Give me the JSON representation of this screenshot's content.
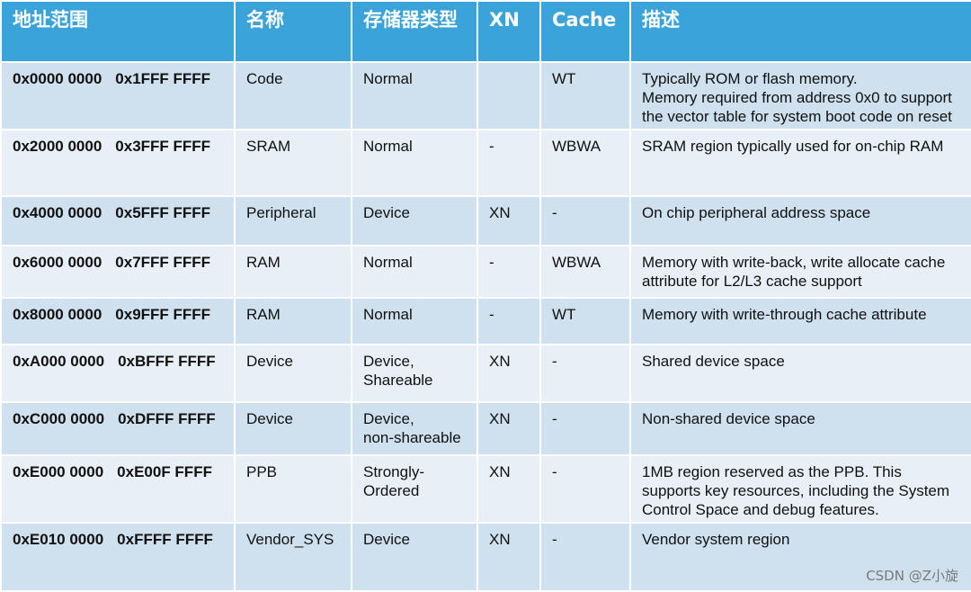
{
  "table": {
    "headers": [
      "地址范围",
      "名称",
      "存储器类型",
      "XN",
      "Cache",
      "描述"
    ],
    "rows": [
      {
        "start": "0x0000 0000",
        "end": "0x1FFF FFFF",
        "name": "Code",
        "type": "Normal",
        "xn": "",
        "cache": "WT",
        "desc": "Typically ROM or flash memory.\nMemory required from address 0x0 to support\nthe vector table for system boot code on reset"
      },
      {
        "start": "0x2000 0000",
        "end": "0x3FFF FFFF",
        "name": "SRAM",
        "type": "Normal",
        "xn": "-",
        "cache": "WBWA",
        "desc": "SRAM region typically used for on-chip RAM"
      },
      {
        "start": "0x4000 0000",
        "end": "0x5FFF FFFF",
        "name": "Peripheral",
        "type": "Device",
        "xn": "XN",
        "cache": "-",
        "desc": "On chip peripheral address space"
      },
      {
        "start": "0x6000 0000",
        "end": "0x7FFF FFFF",
        "name": "RAM",
        "type": "Normal",
        "xn": "-",
        "cache": "WBWA",
        "desc": "Memory with write-back, write allocate cache\nattribute for L2/L3 cache support"
      },
      {
        "start": "0x8000 0000",
        "end": "0x9FFF FFFF",
        "name": "RAM",
        "type": "Normal",
        "xn": "-",
        "cache": "WT",
        "desc": "Memory with write-through cache attribute"
      },
      {
        "start": "0xA000 0000",
        "end": "0xBFFF FFFF",
        "name": "Device",
        "type": "Device,\nShareable",
        "xn": "XN",
        "cache": "-",
        "desc": "Shared device space"
      },
      {
        "start": "0xC000 0000",
        "end": "0xDFFF FFFF",
        "name": "Device",
        "type": "Device,\nnon-shareable",
        "xn": "XN",
        "cache": "-",
        "desc": "Non-shared device space"
      },
      {
        "start": "0xE000 0000",
        "end": "0xE00F FFFF",
        "name": "PPB",
        "type": "Strongly-\nOrdered",
        "xn": "XN",
        "cache": "-",
        "desc": "1MB region reserved as the PPB. This\nsupports key resources, including the System\nControl Space and debug features."
      },
      {
        "start": "0xE010 0000",
        "end": "0xFFFF FFFF",
        "name": "Vendor_SYS",
        "type": "Device",
        "xn": "XN",
        "cache": "-",
        "desc": "Vendor system region"
      }
    ]
  },
  "watermark": "CSDN @Z小旋",
  "colors": {
    "header_bg": "#3aa3d9",
    "row_dark": "#cfe0ee",
    "row_light": "#e8eff6"
  }
}
